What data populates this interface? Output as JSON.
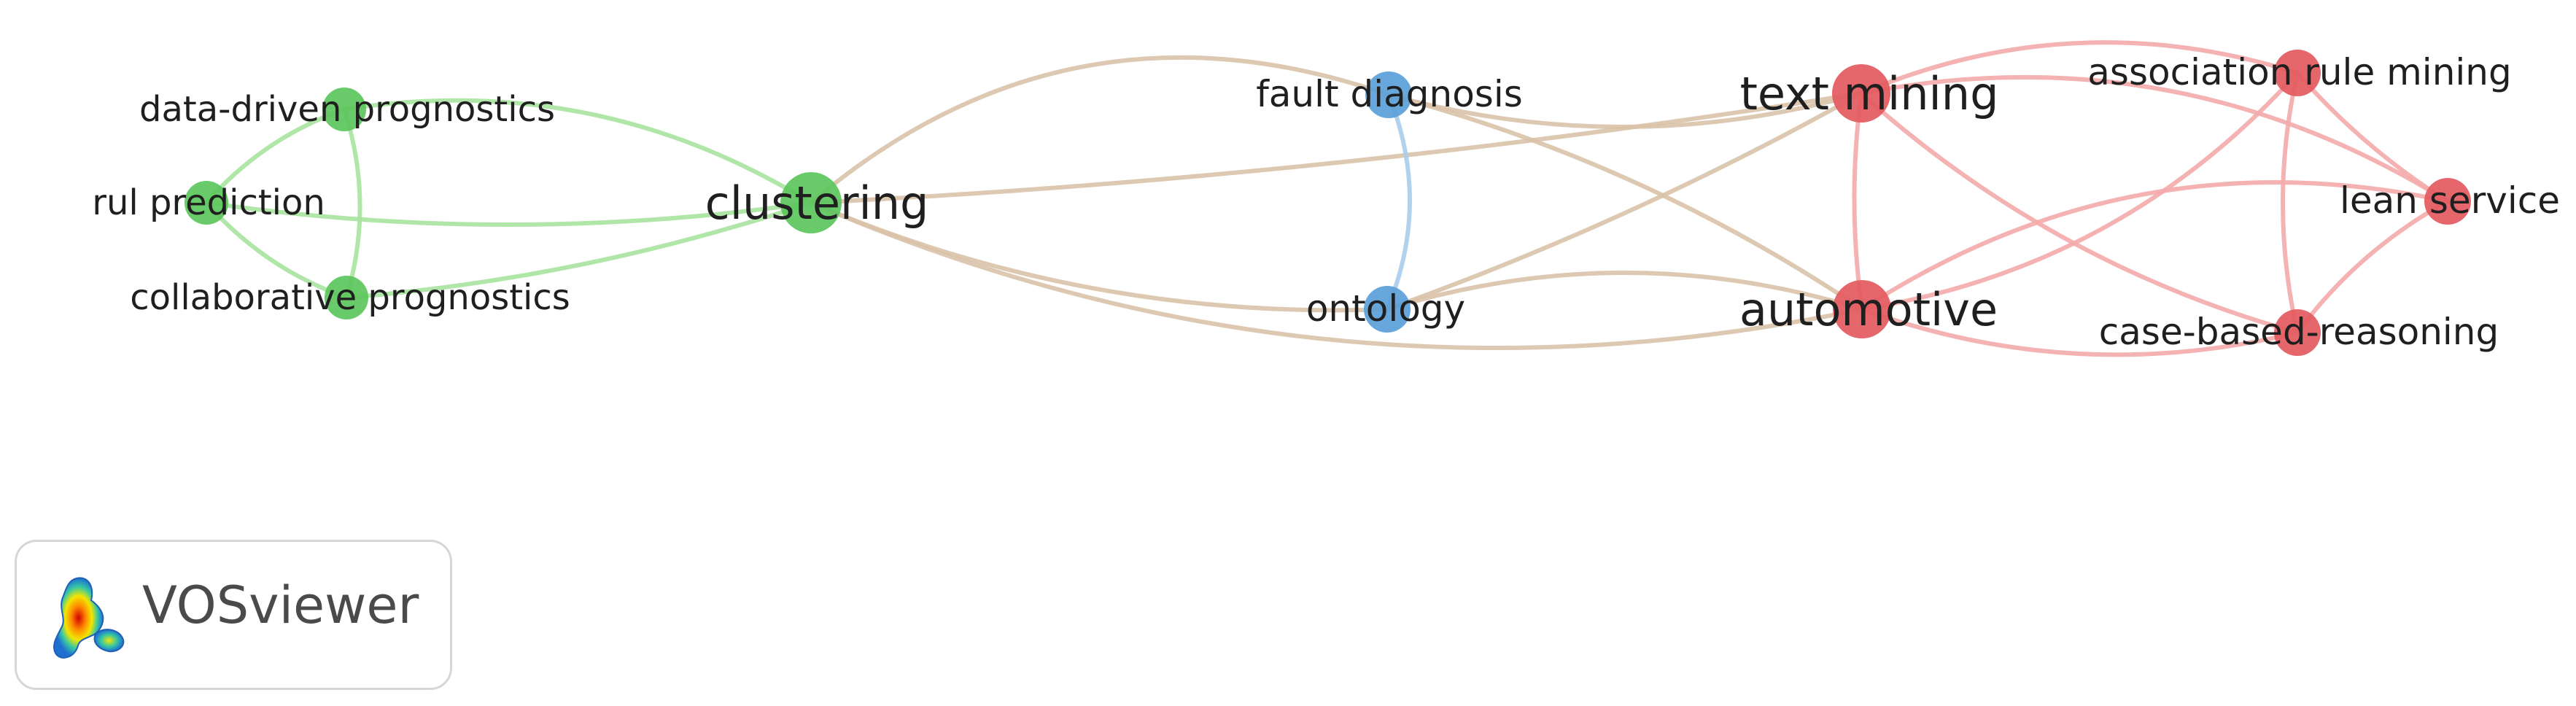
{
  "colors": {
    "cluster_green": "#5cc55c",
    "cluster_blue": "#5aa0d8",
    "cluster_red": "#e35a5f",
    "edge_green": "#a9e3a0",
    "edge_blue": "#a8cdec",
    "edge_red": "#f4aaaa",
    "edge_mixed": "#d9c2a8"
  },
  "nodes": [
    {
      "id": "data-driven-prognostics",
      "label": "data-driven prognostics",
      "cluster": "green"
    },
    {
      "id": "rul-prediction",
      "label": "rul prediction",
      "cluster": "green"
    },
    {
      "id": "collaborative-prognostics",
      "label": "collaborative prognostics",
      "cluster": "green"
    },
    {
      "id": "clustering",
      "label": "clustering",
      "cluster": "green"
    },
    {
      "id": "fault-diagnosis",
      "label": "fault diagnosis",
      "cluster": "blue"
    },
    {
      "id": "ontology",
      "label": "ontology",
      "cluster": "blue"
    },
    {
      "id": "text-mining",
      "label": "text mining",
      "cluster": "red"
    },
    {
      "id": "automotive",
      "label": "automotive",
      "cluster": "red"
    },
    {
      "id": "association-rule-mining",
      "label": "association rule mining",
      "cluster": "red"
    },
    {
      "id": "lean-service",
      "label": "lean service",
      "cluster": "red"
    },
    {
      "id": "case-based-reasoning",
      "label": "case-based-reasoning",
      "cluster": "red"
    }
  ],
  "edges": [
    {
      "from": "data-driven-prognostics",
      "to": "clustering"
    },
    {
      "from": "data-driven-prognostics",
      "to": "rul-prediction"
    },
    {
      "from": "data-driven-prognostics",
      "to": "collaborative-prognostics"
    },
    {
      "from": "rul-prediction",
      "to": "collaborative-prognostics"
    },
    {
      "from": "rul-prediction",
      "to": "clustering"
    },
    {
      "from": "collaborative-prognostics",
      "to": "clustering"
    },
    {
      "from": "clustering",
      "to": "fault-diagnosis"
    },
    {
      "from": "clustering",
      "to": "ontology"
    },
    {
      "from": "clustering",
      "to": "automotive"
    },
    {
      "from": "clustering",
      "to": "text-mining"
    },
    {
      "from": "fault-diagnosis",
      "to": "ontology"
    },
    {
      "from": "fault-diagnosis",
      "to": "text-mining"
    },
    {
      "from": "fault-diagnosis",
      "to": "automotive"
    },
    {
      "from": "ontology",
      "to": "text-mining"
    },
    {
      "from": "ontology",
      "to": "automotive"
    },
    {
      "from": "text-mining",
      "to": "automotive"
    },
    {
      "from": "text-mining",
      "to": "association-rule-mining"
    },
    {
      "from": "text-mining",
      "to": "lean-service"
    },
    {
      "from": "text-mining",
      "to": "case-based-reasoning"
    },
    {
      "from": "automotive",
      "to": "association-rule-mining"
    },
    {
      "from": "automotive",
      "to": "lean-service"
    },
    {
      "from": "association-rule-mining",
      "to": "lean-service"
    },
    {
      "from": "association-rule-mining",
      "to": "case-based-reasoning"
    },
    {
      "from": "lean-service",
      "to": "case-based-reasoning"
    },
    {
      "from": "automotive",
      "to": "case-based-reasoning"
    }
  ],
  "logo": {
    "text": "VOSviewer",
    "icon": "vosviewer-density-icon"
  }
}
